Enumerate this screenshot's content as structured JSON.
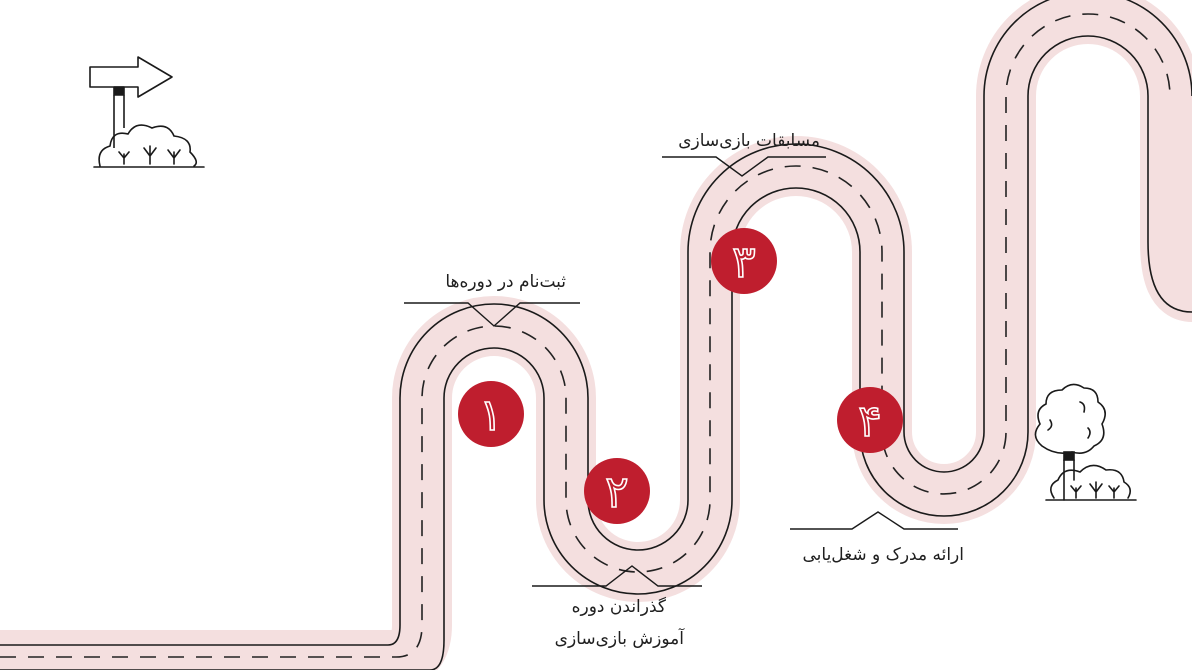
{
  "colors": {
    "road_fill": "#f4dfdf",
    "road_edge": "#1a1a1a",
    "lane_mark": "#222222",
    "step_circle": "#bf1e2e",
    "step_number": "#ffffff"
  },
  "steps": [
    {
      "number": "۱",
      "icon": "step-circle"
    },
    {
      "number": "۲",
      "icon": "step-circle"
    },
    {
      "number": "۳",
      "icon": "step-circle"
    },
    {
      "number": "۴",
      "icon": "step-circle"
    }
  ],
  "labels": {
    "registration": "ثبت‌نام در دوره‌ها",
    "course_line1": "گذراندن دوره",
    "course_line2": "آموزش بازی‌سازی",
    "competitions": "مسابقات بازی‌سازی",
    "certificate": "ارائه مدرک و شغل‌یابی"
  },
  "decorations": {
    "start": "signpost-arrow-icon",
    "start_plants": "bush-icon",
    "end": "tree-icon",
    "end_plants": "bush-icon"
  }
}
